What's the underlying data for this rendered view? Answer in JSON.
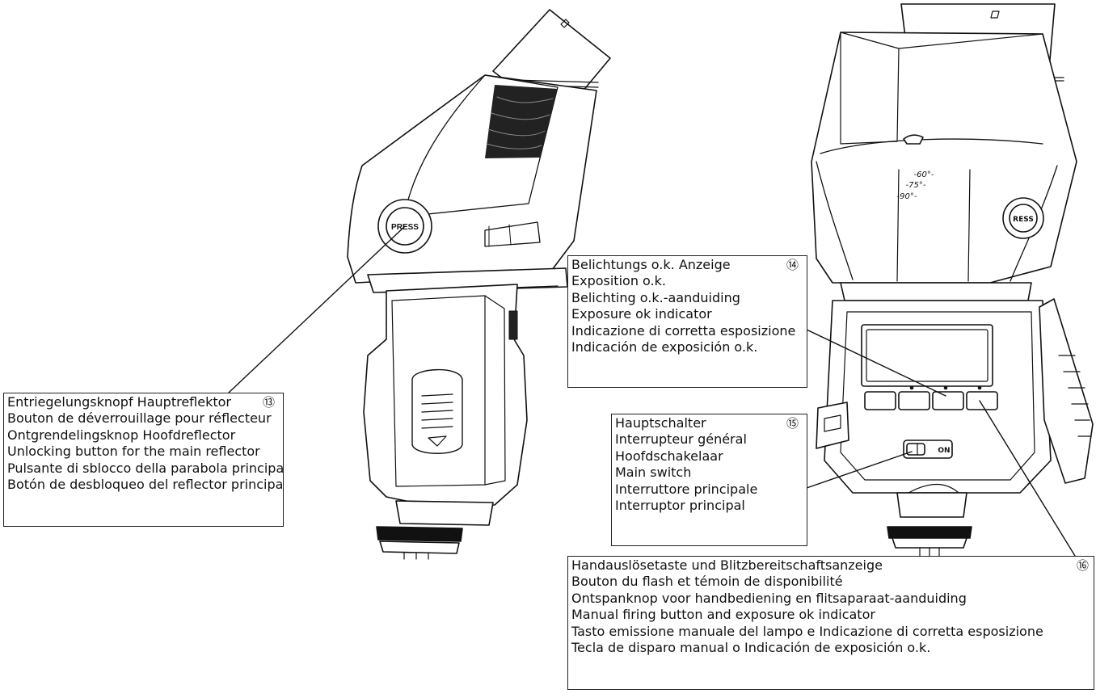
{
  "product_labels": {
    "press_button": "PRESS",
    "main_switch_state": "ON",
    "angle_60": "-60°-",
    "angle_75": "-75°-",
    "angle_90": "-90°-"
  },
  "callouts": [
    {
      "number": "⑬",
      "lines": [
        "Entriegelungsknopf Hauptreflektor",
        "Bouton de déverrouillage pour réflecteur",
        "Ontgrendelingsknop Hoofdreflector",
        "Unlocking button for the main reflector",
        "Pulsante di sblocco della parabola principale",
        "Botón de desbloqueo del reflector principal"
      ]
    },
    {
      "number": "⑭",
      "lines": [
        "Belichtungs o.k. Anzeige",
        "Exposition o.k.",
        "Belichting o.k.-aanduiding",
        "Exposure ok indicator",
        "Indicazione di corretta esposizione",
        "Indicación de exposición o.k."
      ]
    },
    {
      "number": "⑮",
      "lines": [
        "Hauptschalter",
        "Interrupteur général",
        "Hoofdschakelaar",
        "Main switch",
        "Interruttore principale",
        "Interruptor principal"
      ]
    },
    {
      "number": "⑯",
      "lines": [
        "Handauslösetaste und Blitzbereitschaftsanzeige",
        "Bouton du flash et  témoin de disponibilité",
        "Ontspanknop voor handbediening en flitsaparaat-aanduiding",
        "Manual firing button and exposure ok indicator",
        "Tasto emissione manuale del lampo e Indicazione di corretta esposizione",
        "Tecla de disparo manual o Indicación de exposición o.k."
      ]
    }
  ]
}
